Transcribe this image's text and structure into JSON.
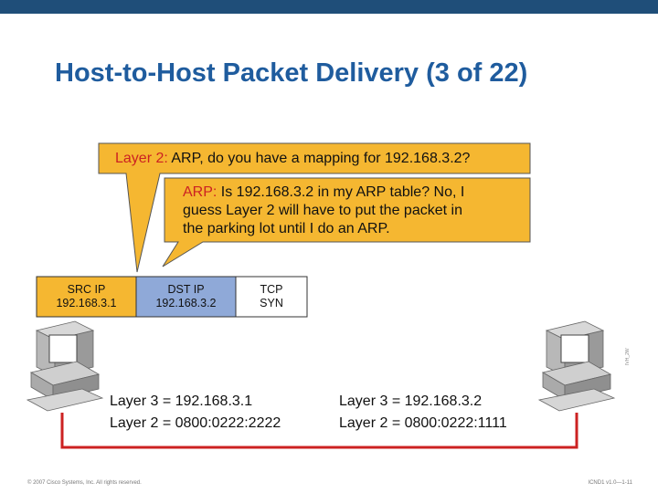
{
  "slide": {
    "title": "Host-to-Host Packet Delivery (3 of 22)"
  },
  "callout_outer": {
    "prefix": "Layer 2:",
    "text": " ARP, do you have a mapping for 192.168.3.2?"
  },
  "callout_inner": {
    "prefix": "ARP:",
    "line1": " Is 192.168.3.2 in my ARP table? No, I",
    "line2": "guess Layer 2 will have to put the packet in",
    "line3": "the parking lot until I do an ARP."
  },
  "packet": {
    "fields": [
      {
        "label": "SRC IP",
        "value": "192.168.3.1",
        "color": "#f5b731"
      },
      {
        "label": "DST IP",
        "value": "192.168.3.2",
        "color": "#8fa9d8"
      },
      {
        "label": "TCP",
        "value": "SYN",
        "color": "#ffffff"
      }
    ]
  },
  "hosts": {
    "left": {
      "layer3": "Layer 3 = 192.168.3.1",
      "layer2": "Layer 2 = 0800:0222:2222"
    },
    "right": {
      "layer3": "Layer 3 = 192.168.3.2",
      "layer2": "Layer 2 = 0800:0222:1111"
    }
  },
  "footer": {
    "copyright": "© 2007 Cisco Systems, Inc. All rights reserved.",
    "course": "ICND1 v1.0—1-11"
  },
  "side_id": "IVH_2W",
  "colors": {
    "callout_fill": "#f5b731",
    "wire": "#cc2222",
    "title": "#1f5c9e",
    "top_bar": "#1f4e79"
  }
}
